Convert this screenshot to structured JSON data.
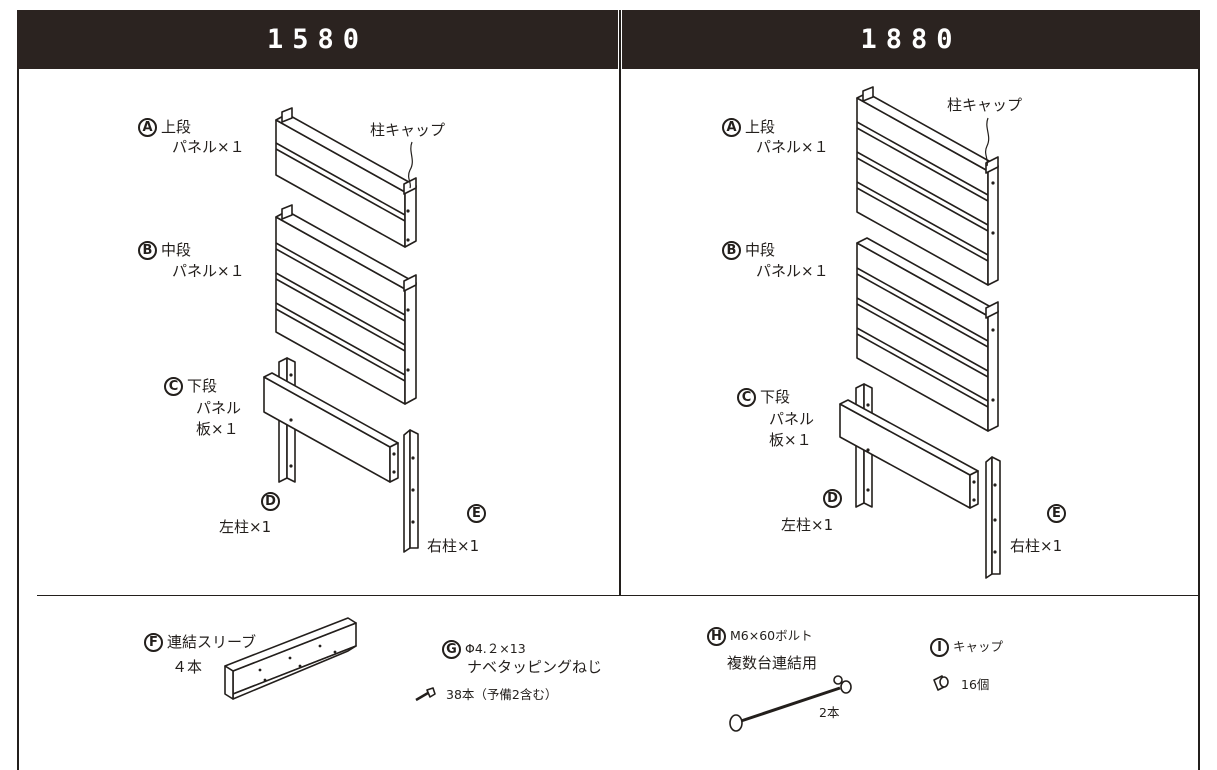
{
  "headers": {
    "left": "1580",
    "right": "1880"
  },
  "left_panel": {
    "a_letter": "A",
    "a_line1": "上段",
    "a_line2": "パネル×１",
    "b_letter": "B",
    "b_line1": "中段",
    "b_line2": "パネル×１",
    "c_letter": "C",
    "c_line1": "下段",
    "c_line2": "パネル",
    "c_line3": "板×１",
    "d_letter": "D",
    "d_text": "左柱×1",
    "e_letter": "E",
    "e_text": "右柱×1",
    "cap_label": "柱キャップ"
  },
  "right_panel": {
    "a_letter": "A",
    "a_line1": "上段",
    "a_line2": "パネル×１",
    "b_letter": "B",
    "b_line1": "中段",
    "b_line2": "パネル×１",
    "c_letter": "C",
    "c_line1": "下段",
    "c_line2": "パネル",
    "c_line3": "板×１",
    "d_letter": "D",
    "d_text": "左柱×1",
    "e_letter": "E",
    "e_text": "右柱×1",
    "cap_label": "柱キャップ"
  },
  "parts": {
    "f_letter": "F",
    "f_name": "連結スリーブ",
    "f_qty": "４本",
    "g_letter": "G",
    "g_spec": "Φ4.２×13",
    "g_name": "ナベタッピングねじ",
    "g_qty": "38本（予備2含む）",
    "h_letter": "H",
    "h_spec": "M6×60ボルト",
    "h_name": "複数台連結用",
    "h_qty": "2本",
    "i_letter": "I",
    "i_name": "キャップ",
    "i_qty": "16個"
  },
  "colors": {
    "header_bg": "#2b2320",
    "ink": "#231f1c"
  }
}
